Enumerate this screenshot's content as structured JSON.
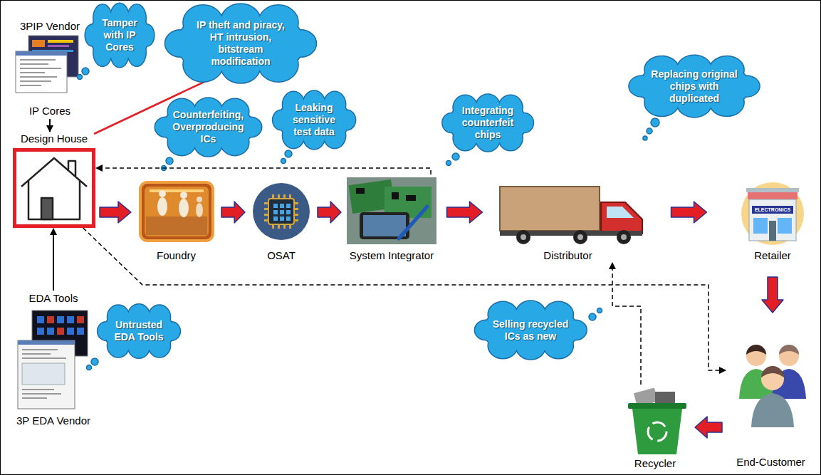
{
  "diagram": {
    "nodes": [
      {
        "text": [
          "3PIP Vendor",
          "IP Cores"
        ]
      },
      {
        "text": [
          "Tamper with IP Cores"
        ]
      },
      {
        "text": [
          "IP theft and piracy, HT intrusion, bitstream modification"
        ]
      },
      {
        "text": [
          "Design House"
        ]
      },
      {
        "text": [
          "Counterfeiting, Overproducing ICs"
        ]
      },
      {
        "text": [
          "Leaking sensitive test data"
        ]
      },
      {
        "text": [
          "Integrating counterfeit chips"
        ]
      },
      {
        "text": [
          "Replacing original chips with duplicated"
        ]
      },
      {
        "text": [
          "Foundry"
        ]
      },
      {
        "text": [
          "OSAT"
        ]
      },
      {
        "text": [
          "System Integrator"
        ]
      },
      {
        "text": [
          "Distributor"
        ]
      },
      {
        "text": [
          "Retailer"
        ]
      },
      {
        "text": [
          "EDA Tools",
          "3P EDA Vendor"
        ]
      },
      {
        "text": [
          "Untrusted EDA Tools"
        ]
      },
      {
        "text": [
          "Selling recycled ICs as new"
        ]
      },
      {
        "text": [
          "Recycler"
        ]
      },
      {
        "text": [
          "End-Customer"
        ]
      }
    ],
    "edges": [
      {
        "from": 0,
        "to": 3,
        "arrow": "to"
      },
      {
        "from": 13,
        "to": 3,
        "arrow": "to"
      },
      {
        "from": 3,
        "to": 2,
        "arrow": "none"
      },
      {
        "from": 3,
        "to": 8,
        "arrow": "to"
      },
      {
        "from": 8,
        "to": 9,
        "arrow": "to"
      },
      {
        "from": 9,
        "to": 10,
        "arrow": "to"
      },
      {
        "from": 10,
        "to": 11,
        "arrow": "to"
      },
      {
        "from": 11,
        "to": 12,
        "arrow": "to"
      },
      {
        "from": 12,
        "to": 17,
        "arrow": "to"
      },
      {
        "from": 17,
        "to": 16,
        "arrow": "to"
      },
      {
        "from": 10,
        "to": 3,
        "arrow": "to"
      },
      {
        "from": 3,
        "to": 17,
        "arrow": "to"
      },
      {
        "from": 16,
        "to": 11,
        "arrow": "to"
      }
    ],
    "labels": [
      "ELECTRONICS"
    ]
  }
}
